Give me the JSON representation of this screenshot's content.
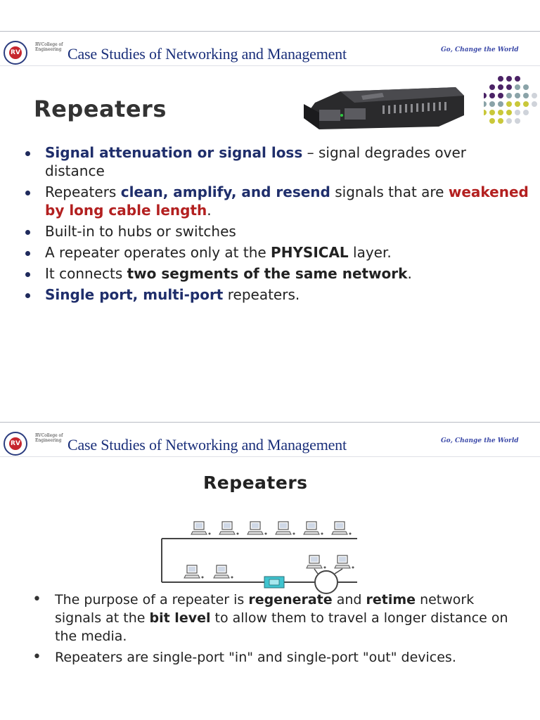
{
  "header": {
    "college": "RVCollege of Engineering",
    "title": "Case Studies  of Networking and Management",
    "tagline": "Go, Change the World",
    "logo_text": "RV"
  },
  "slide1": {
    "title": "Repeaters",
    "bullets": [
      [
        {
          "t": "Signal attenuation or signal loss",
          "s": "b navy"
        },
        {
          "t": " – signal degrades over distance",
          "s": ""
        }
      ],
      [
        {
          "t": "Repeaters ",
          "s": ""
        },
        {
          "t": "clean, amplify, and resend",
          "s": "b navy"
        },
        {
          "t": " signals that are ",
          "s": ""
        },
        {
          "t": "weakened by long cable length",
          "s": "b red"
        },
        {
          "t": ".",
          "s": ""
        }
      ],
      [
        {
          "t": "Built-in to hubs or switches",
          "s": ""
        }
      ],
      [
        {
          "t": "A repeater operates only at the ",
          "s": ""
        },
        {
          "t": "PHYSICAL",
          "s": "b"
        },
        {
          "t": " layer.",
          "s": ""
        }
      ],
      [
        {
          "t": "It connects ",
          "s": ""
        },
        {
          "t": "two segments of the same network",
          "s": "b"
        },
        {
          "t": ".",
          "s": ""
        }
      ],
      [
        {
          "t": "Single port, multi-port",
          "s": "b navy"
        },
        {
          "t": " repeaters.",
          "s": ""
        }
      ]
    ]
  },
  "slide2": {
    "title": "Repeaters",
    "bullets": [
      [
        {
          "t": "The purpose of a repeater is ",
          "s": ""
        },
        {
          "t": "regenerate",
          "s": "b"
        },
        {
          "t": " and ",
          "s": ""
        },
        {
          "t": "retime",
          "s": "b"
        },
        {
          "t": " network signals at the ",
          "s": ""
        },
        {
          "t": "bit level",
          "s": "b"
        },
        {
          "t": " to allow them to travel a longer distance on the media.",
          "s": ""
        }
      ],
      [
        {
          "t": "Repeaters are single-port \"in\" and single-port \"out\" devices.",
          "s": ""
        }
      ]
    ]
  },
  "colors": {
    "header_title": "#1a2f7a",
    "emphasis_navy": "#1f2e6b",
    "emphasis_red": "#b32020",
    "dot_purple": "#4b2366",
    "dot_teal": "#8aa3a8",
    "dot_yellow": "#c9c83a",
    "dot_light": "#cfd3da"
  }
}
